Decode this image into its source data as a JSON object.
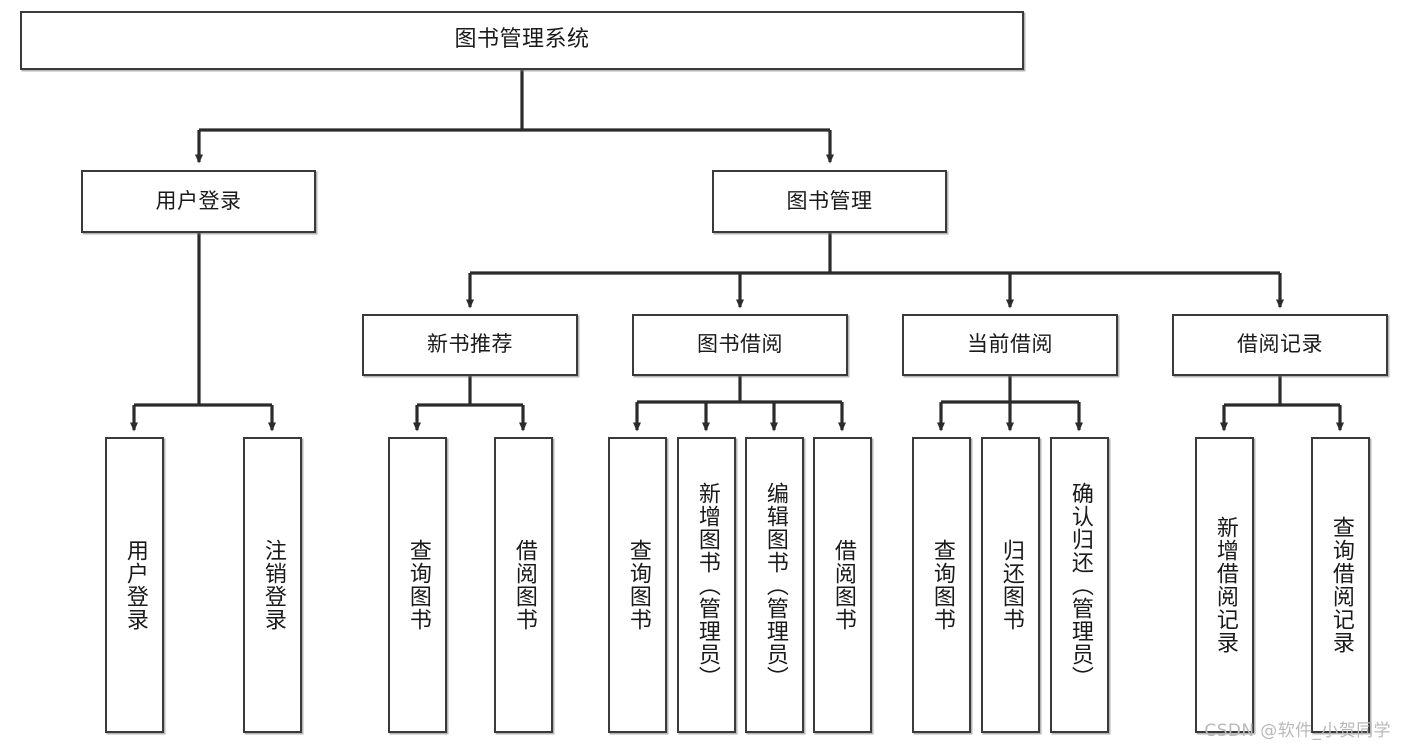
{
  "diagram": {
    "title": "图书管理系统",
    "watermark": "CSDN @软件_小贺同学",
    "colors": {
      "box_border": "#3a3a3a",
      "box_fill": "#ffffff",
      "edge": "#2b2b2b",
      "text": "#1a1a1a",
      "watermark": "#b9b9b9"
    }
  },
  "nodes": {
    "root": {
      "label": "图书管理系统"
    },
    "level2": [
      {
        "id": "user-login",
        "label": "用户登录"
      },
      {
        "id": "book-manage",
        "label": "图书管理"
      }
    ],
    "level3": [
      {
        "id": "new-book-recommend",
        "label": "新书推荐"
      },
      {
        "id": "book-borrow",
        "label": "图书借阅"
      },
      {
        "id": "current-borrow",
        "label": "当前借阅"
      },
      {
        "id": "borrow-record",
        "label": "借阅记录"
      }
    ],
    "leaves": {
      "user_login": [
        {
          "id": "leaf-user-login",
          "label": "用户登录"
        },
        {
          "id": "leaf-user-logout",
          "label": "注销登录"
        }
      ],
      "new_book_recommend": [
        {
          "id": "leaf-query-book-1",
          "label": "查询图书"
        },
        {
          "id": "leaf-borrow-book-1",
          "label": "借阅图书"
        }
      ],
      "book_borrow": [
        {
          "id": "leaf-query-book-2",
          "label": "查询图书"
        },
        {
          "id": "leaf-add-book",
          "label": "新增图书（管理员）"
        },
        {
          "id": "leaf-edit-book",
          "label": "编辑图书（管理员）"
        },
        {
          "id": "leaf-borrow-book-2",
          "label": "借阅图书"
        }
      ],
      "current_borrow": [
        {
          "id": "leaf-query-book-3",
          "label": "查询图书"
        },
        {
          "id": "leaf-return-book",
          "label": "归还图书"
        },
        {
          "id": "leaf-confirm-return",
          "label": "确认归还（管理员）"
        }
      ],
      "borrow_record": [
        {
          "id": "leaf-add-record",
          "label": "新增借阅记录"
        },
        {
          "id": "leaf-query-record",
          "label": "查询借阅记录"
        }
      ]
    }
  }
}
